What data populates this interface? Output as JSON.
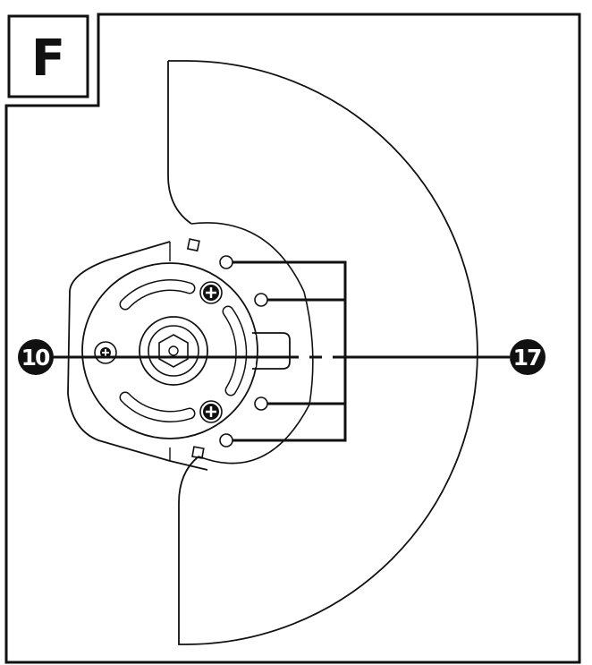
{
  "figure": {
    "panel_label": "F",
    "callouts": [
      {
        "id": "left",
        "label": "10"
      },
      {
        "id": "right",
        "label": "17"
      }
    ]
  }
}
